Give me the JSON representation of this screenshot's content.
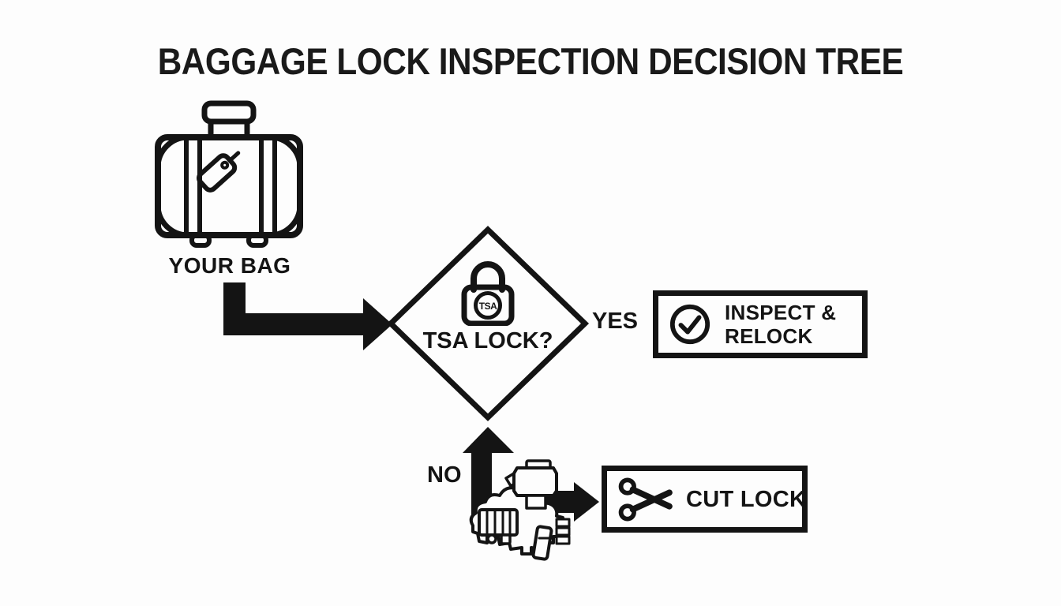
{
  "title": "BAGGAGE LOCK INSPECTION DECISION TREE",
  "diagram_type": "flowchart",
  "colors": {
    "ink": "#141414",
    "background": "#fdfdfd"
  },
  "nodes": {
    "bag": {
      "label": "YOUR BAG",
      "icon": "suitcase-icon"
    },
    "decision": {
      "question": "TSA LOCK?",
      "icon": "tsa-padlock-icon",
      "badge": "TSA"
    },
    "inspect": {
      "line1": "INSPECT &",
      "line2": "RELOCK",
      "icon": "check-circle-icon"
    },
    "cut": {
      "label": "CUT LOCK",
      "icon": "scissors-icon"
    },
    "machine": {
      "icon": "inspection-machine-icon"
    }
  },
  "edges": {
    "bag_to_decision": {
      "from": "bag",
      "to": "decision",
      "label": ""
    },
    "yes": {
      "from": "decision",
      "to": "inspect",
      "label": "YES"
    },
    "no": {
      "from": "decision",
      "to": "cut",
      "label": "NO"
    }
  }
}
